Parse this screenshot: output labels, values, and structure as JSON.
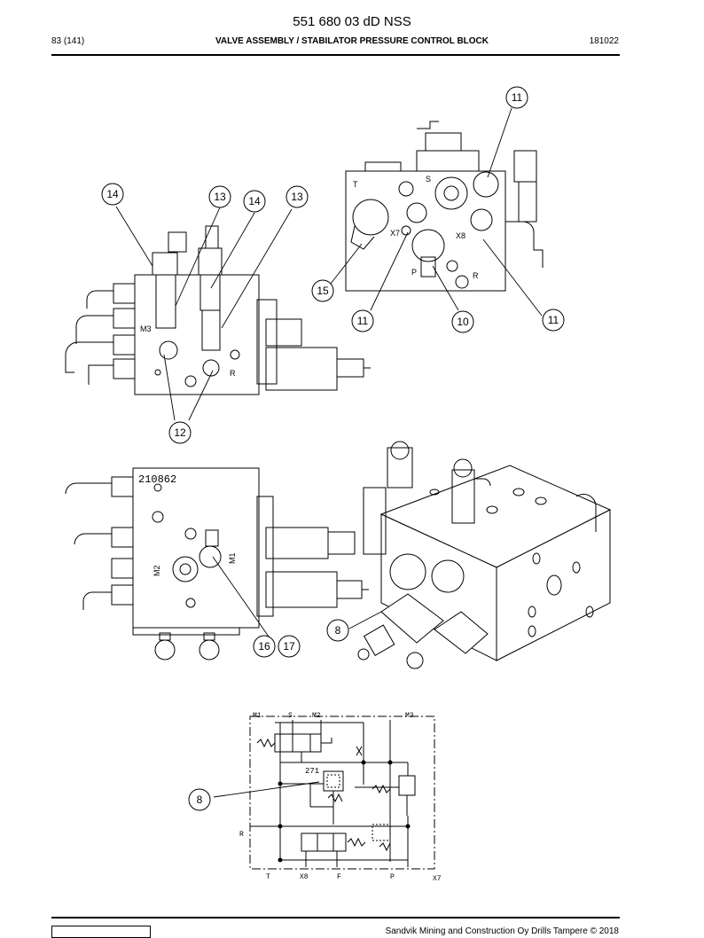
{
  "header": {
    "doc_number": "551 680 03 dD NSS",
    "page": "83 (141)",
    "title": "VALVE ASSEMBLY / STABILATOR PRESSURE CONTROL BLOCK",
    "date_code": "181022"
  },
  "callouts": {
    "c8a": "8",
    "c8b": "8",
    "c10": "10",
    "c11a": "11",
    "c11b": "11",
    "c11c": "11",
    "c12": "12",
    "c13a": "13",
    "c13b": "13",
    "c14a": "14",
    "c14b": "14",
    "c15": "15",
    "c16": "16",
    "c17": "17"
  },
  "part_labels": {
    "block_number": "210862",
    "m1": "M1",
    "m2": "M2",
    "m3": "M3",
    "r": "R",
    "t": "T",
    "s": "S",
    "p": "P",
    "x7": "X7",
    "x8": "X8"
  },
  "schematic_labels": {
    "m1": "M1",
    "s": "S",
    "m2": "M2",
    "m3": "M3",
    "r": "R",
    "t": "T",
    "x8": "X8",
    "f": "F",
    "p": "P",
    "x7": "X7",
    "code": "271"
  },
  "footer": {
    "copyright": "Sandvik Mining and Construction Oy Drills Tampere © 2018"
  }
}
